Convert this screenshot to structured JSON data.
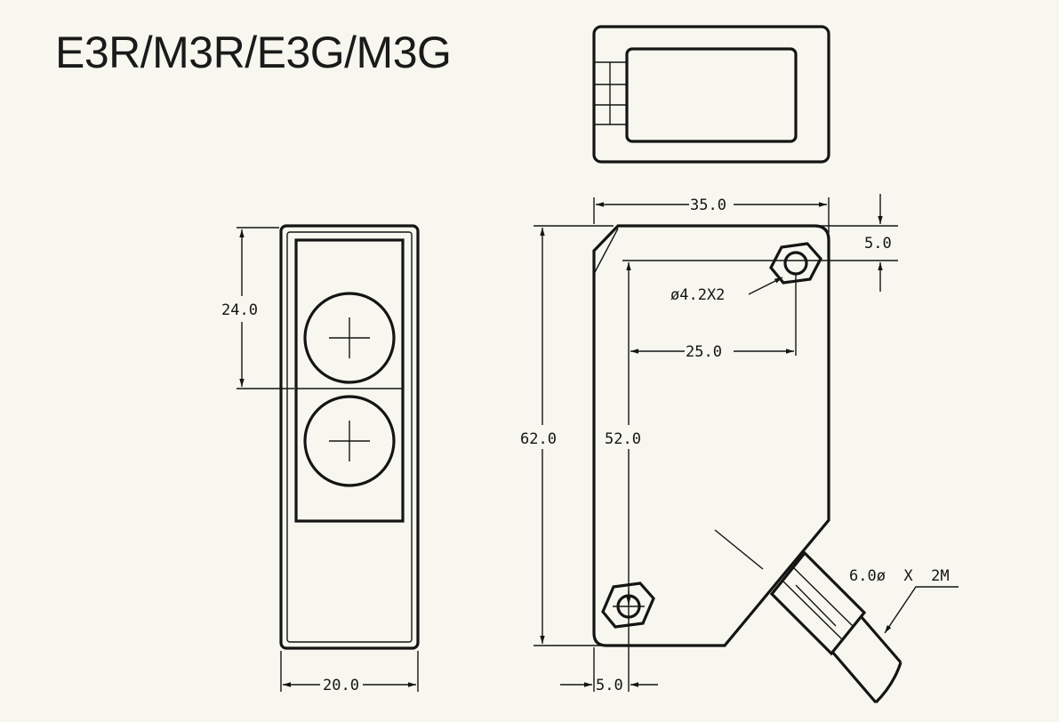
{
  "title": "E3R/M3R/E3G/M3G",
  "dimensions": {
    "front_height_label": "24.0",
    "front_width_label": "20.0",
    "side_width_label": "35.0",
    "hole_offset_label": "5.0",
    "hole_spec_label": "ø4.2X2",
    "hole_spacing_label": "25.0",
    "overall_height_label": "62.0",
    "hole_height_label": "52.0",
    "cable_label": "6.0ø  X  2M",
    "bottom_offset_label": "5.0"
  }
}
